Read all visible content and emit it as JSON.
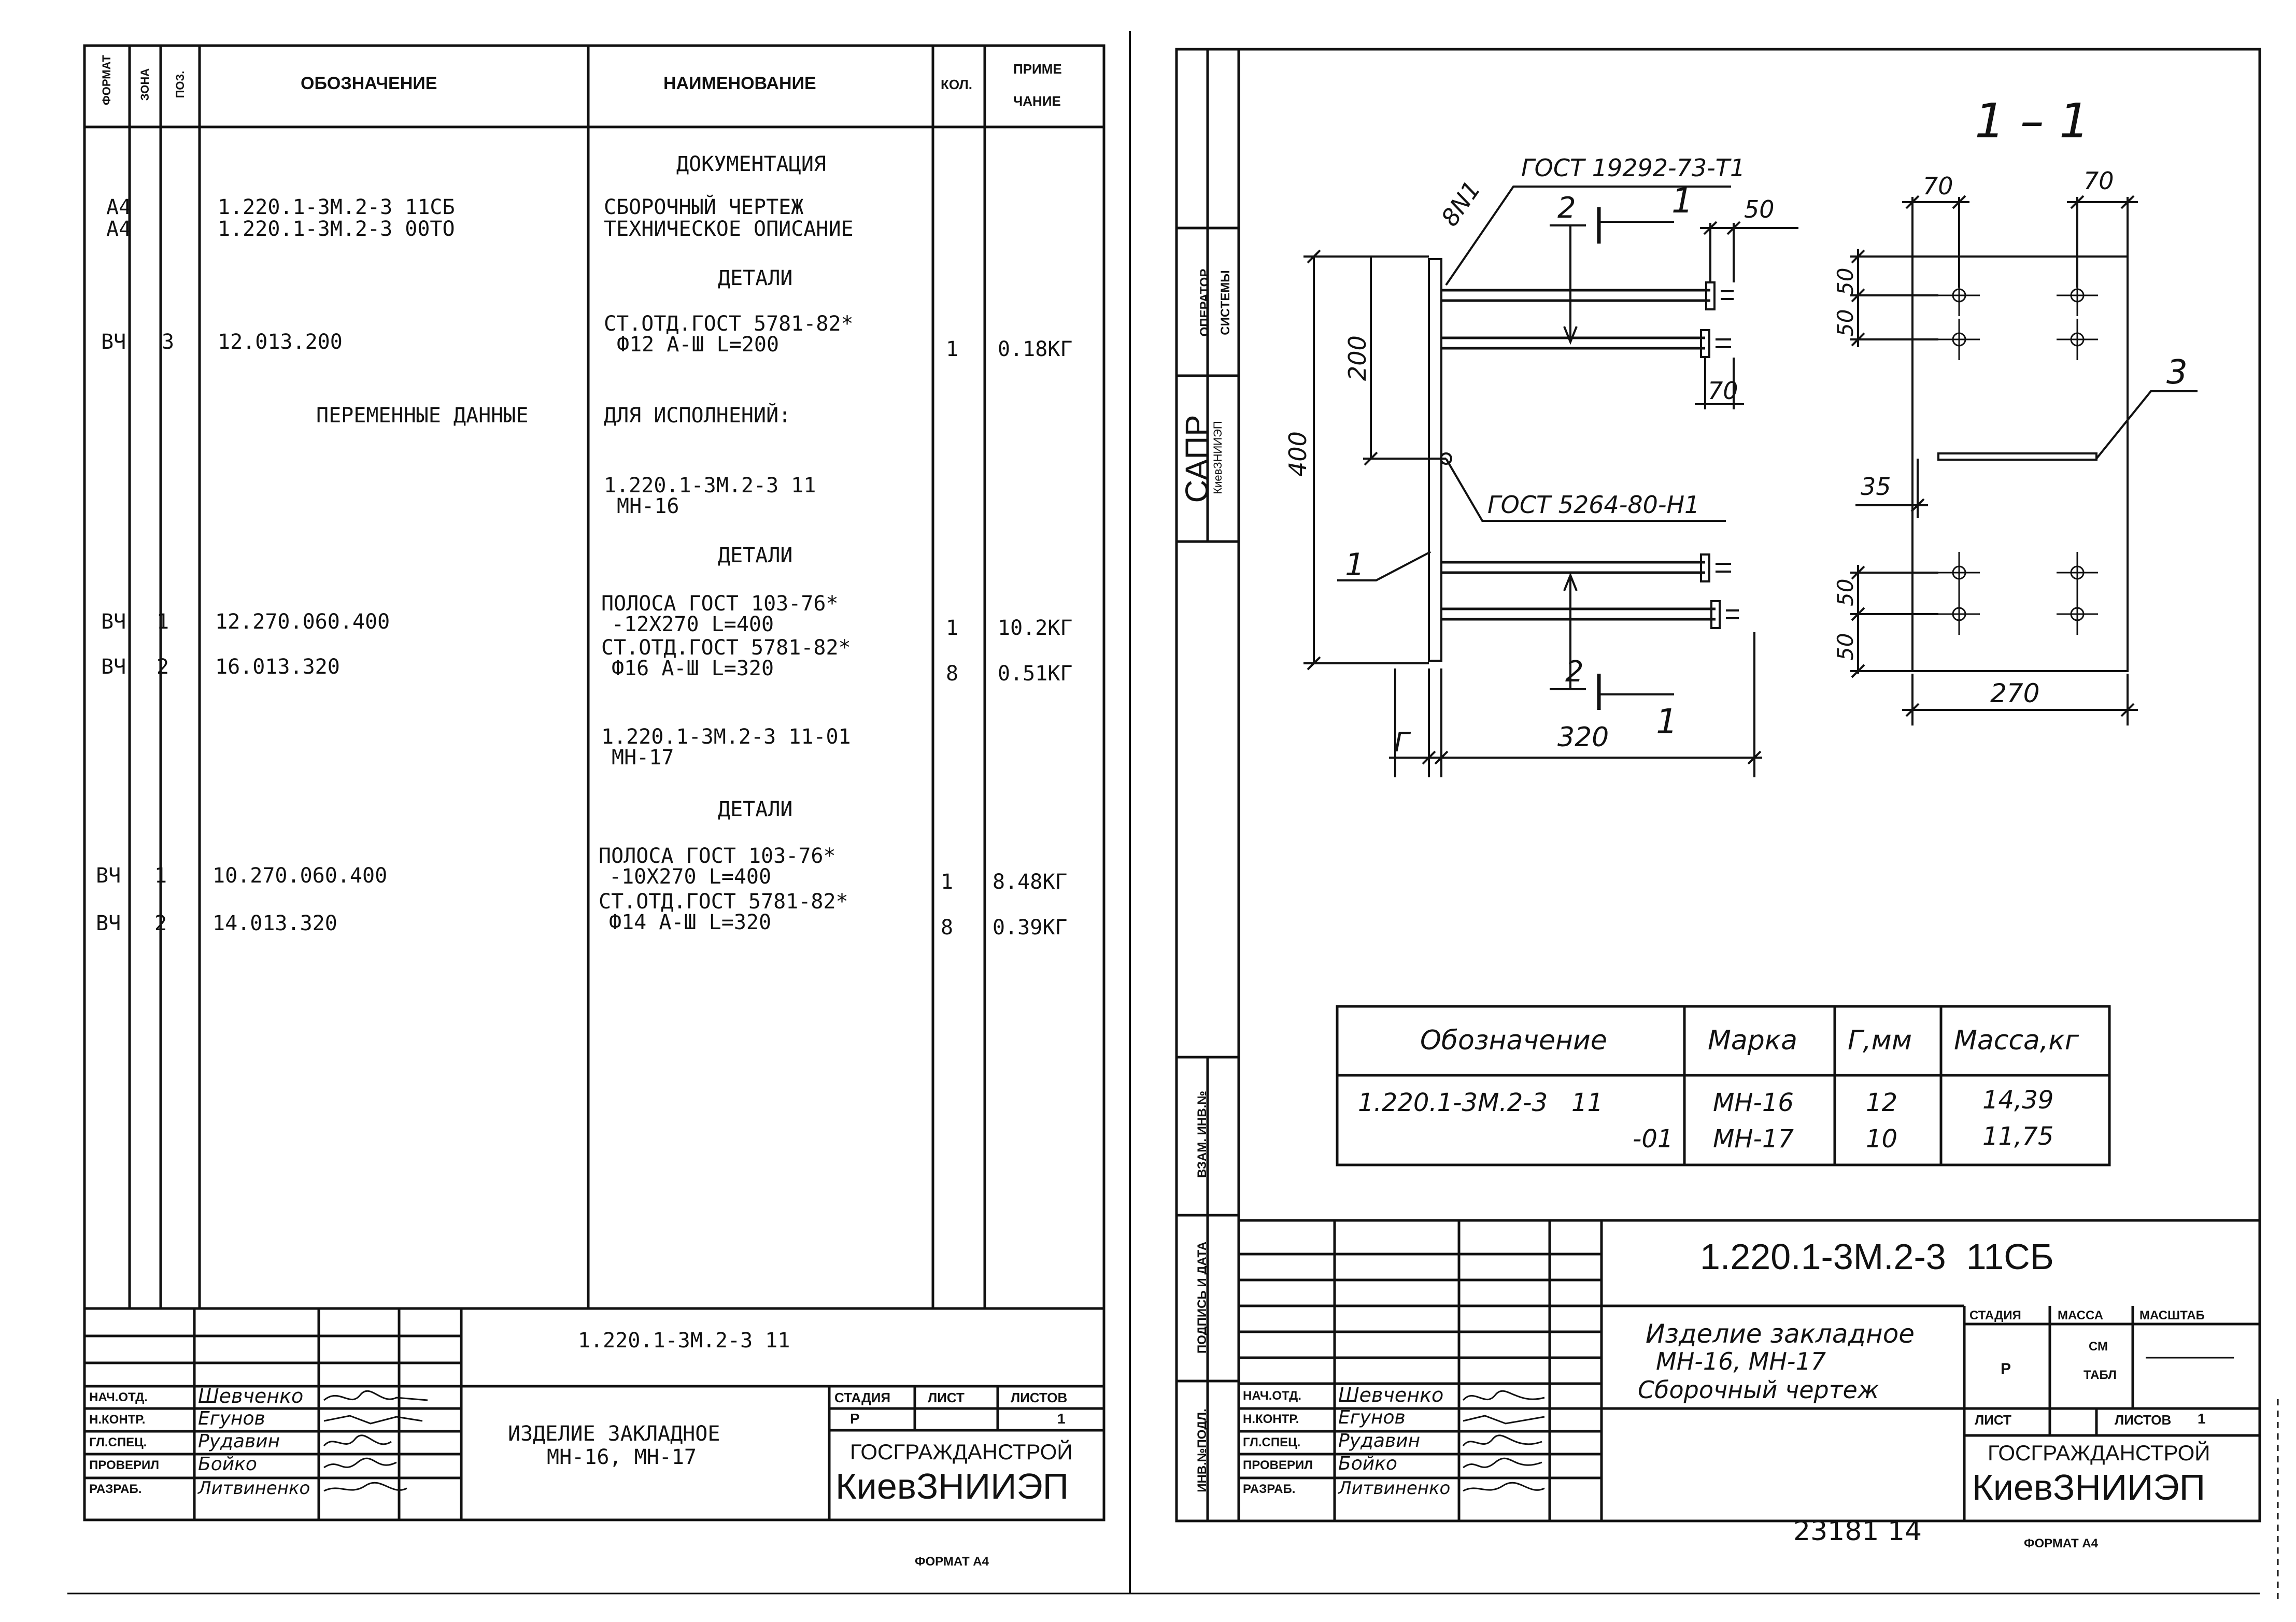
{
  "left_sheet": {
    "headers": {
      "format": "ФОРМАТ",
      "zone": "ЗОНА",
      "pos": "ПОЗ.",
      "designation": "ОБОЗНАЧЕНИЕ",
      "name": "НАИМЕНОВАНИЕ",
      "qty": "КОЛ.",
      "note_1": "ПРИМЕ",
      "note_2": "ЧАНИЕ"
    },
    "rows": [
      {
        "format": "",
        "pos": "",
        "designation": "",
        "name": "ДОКУМЕНТАЦИЯ",
        "qty": "",
        "note": ""
      },
      {
        "format": "А4",
        "pos": "",
        "designation": "1.220.1-3М.2-3 11СБ",
        "name": "СБОРОЧНЫЙ ЧЕРТЕЖ",
        "qty": "",
        "note": ""
      },
      {
        "format": "А4",
        "pos": "",
        "designation": "1.220.1-3М.2-3 00ТО",
        "name": "ТЕХНИЧЕСКОЕ ОПИСАНИЕ",
        "qty": "",
        "note": ""
      },
      {
        "format": "",
        "pos": "",
        "designation": "",
        "name": "ДЕТАЛИ",
        "qty": "",
        "note": ""
      },
      {
        "format": "ВЧ",
        "pos": "3",
        "designation": "12.013.200",
        "name": "СТ.ОТД.ГОСТ 5781-82*",
        "qty": "1",
        "note": "0.18КГ"
      },
      {
        "format": "",
        "pos": "",
        "designation": "",
        "name": "Ф12 А-Ш L=200",
        "qty": "",
        "note": ""
      },
      {
        "format": "",
        "pos": "",
        "designation": "ПЕРЕМЕННЫЕ ДАННЫЕ",
        "name": "ДЛЯ ИСПОЛНЕНИЙ:",
        "qty": "",
        "note": ""
      },
      {
        "format": "",
        "pos": "",
        "designation": "",
        "name": "1.220.1-3М.2-3 11",
        "qty": "",
        "note": ""
      },
      {
        "format": "",
        "pos": "",
        "designation": "",
        "name": "МН-16",
        "qty": "",
        "note": ""
      },
      {
        "format": "",
        "pos": "",
        "designation": "",
        "name": "ДЕТАЛИ",
        "qty": "",
        "note": ""
      },
      {
        "format": "ВЧ",
        "pos": "1",
        "designation": "12.270.060.400",
        "name": "ПОЛОСА ГОСТ 103-76*",
        "qty": "1",
        "note": "10.2КГ"
      },
      {
        "format": "",
        "pos": "",
        "designation": "",
        "name": "-12Х270 L=400",
        "qty": "",
        "note": ""
      },
      {
        "format": "ВЧ",
        "pos": "2",
        "designation": "16.013.320",
        "name": "СТ.ОТД.ГОСТ 5781-82*",
        "qty": "8",
        "note": "0.51КГ"
      },
      {
        "format": "",
        "pos": "",
        "designation": "",
        "name": "Ф16 А-Ш L=320",
        "qty": "",
        "note": ""
      },
      {
        "format": "",
        "pos": "",
        "designation": "",
        "name": "1.220.1-3М.2-3 11-01",
        "qty": "",
        "note": ""
      },
      {
        "format": "",
        "pos": "",
        "designation": "",
        "name": "МН-17",
        "qty": "",
        "note": ""
      },
      {
        "format": "",
        "pos": "",
        "designation": "",
        "name": "ДЕТАЛИ",
        "qty": "",
        "note": ""
      },
      {
        "format": "ВЧ",
        "pos": "1",
        "designation": "10.270.060.400",
        "name": "ПОЛОСА ГОСТ 103-76*",
        "qty": "1",
        "note": "8.48КГ"
      },
      {
        "format": "",
        "pos": "",
        "designation": "",
        "name": "-10Х270 L=400",
        "qty": "",
        "note": ""
      },
      {
        "format": "ВЧ",
        "pos": "2",
        "designation": "14.013.320",
        "name": "СТ.ОТД.ГОСТ 5781-82*",
        "qty": "8",
        "note": "0.39КГ"
      },
      {
        "format": "",
        "pos": "",
        "designation": "",
        "name": "Ф14 А-Ш L=320",
        "qty": "",
        "note": ""
      }
    ],
    "title_block": {
      "code": "1.220.1-3М.2-3 11",
      "title_1": "ИЗДЕЛИЕ ЗАКЛАДНОЕ",
      "title_2": "МН-16, МН-17",
      "stage_label": "СТАДИЯ",
      "sheet_label": "ЛИСТ",
      "sheets_label": "ЛИСТОВ",
      "stage": "Р",
      "sheets": "1",
      "org_1": "ГОСГРАЖДАНСТРОЙ",
      "org_2": "КиевЗНИИЭП",
      "roles": [
        "НАЧ.ОТД.",
        "Н.КОНТР.",
        "ГЛ.СПЕЦ.",
        "ПРОВЕРИЛ",
        "РАЗРАБ."
      ],
      "names": [
        "Шевченко",
        "Егунов",
        "Рудавин",
        "Бойко",
        "Литвиненко"
      ]
    },
    "format_note": "ФОРМАТ А4"
  },
  "right_sheet": {
    "side_stamp": {
      "operator": "ОПЕРАТОР",
      "systems": "СИСТЕМЫ",
      "sapr": "САПР",
      "org": "КиевЗНИИЭП",
      "inv_replace": "ВЗАМ. ИНВ.№",
      "sign_date": "ПОДПИСЬ И ДАТА",
      "inv_orig": "ИНВ.№ПОДЛ."
    },
    "drawing": {
      "section": "1 – 1",
      "gost_top": "ГОСТ 19292-73-Т1",
      "gost_mid": "ГОСТ 5264-80-Н1",
      "weld": "8N1",
      "dims": {
        "d400": "400",
        "d200": "200",
        "d50": "50",
        "d70": "70",
        "d320": "320",
        "g": "Г",
        "s70a": "70",
        "s70b": "70",
        "s50a": "50",
        "s50b": "50",
        "s50c": "50",
        "s50d": "50",
        "s35": "35",
        "s270": "270"
      },
      "marks": {
        "m1": "1",
        "m2": "2",
        "m3": "3"
      }
    },
    "variant_table": {
      "headers": [
        "Обозначение",
        "Марка",
        "Г,мм",
        "Масса,кг"
      ],
      "rows": [
        {
          "designation": "1.220.1-3М.2-3   11",
          "mark": "МН-16",
          "g": "12",
          "mass": "14,39"
        },
        {
          "designation": "-01",
          "mark": "МН-17",
          "g": "10",
          "mass": "11,75"
        }
      ]
    },
    "title_block": {
      "code": "1.220.1-3М.2-3  11СБ",
      "title_1": "Изделие закладное",
      "title_2": "МН-16, МН-17",
      "title_3": "Сборочный чертеж",
      "stage_label": "СТАДИЯ",
      "mass_label": "МАССА",
      "scale_label": "МАСШТАБ",
      "stage": "Р",
      "mass_1": "СМ",
      "mass_2": "ТАБЛ",
      "sheet_label": "ЛИСТ",
      "sheets_label": "ЛИСТОВ",
      "sheets": "1",
      "org_1": "ГОСГРАЖДАНСТРОЙ",
      "org_2": "КиевЗНИИЭП",
      "roles": [
        "НАЧ.ОТД.",
        "Н.КОНТР.",
        "ГЛ.СПЕЦ.",
        "ПРОВЕРИЛ",
        "РАЗРАБ."
      ],
      "names": [
        "Шевченко",
        "Егунов",
        "Рудавин",
        "Бойко",
        "Литвиненко"
      ]
    },
    "archive_no": "23181 14",
    "format_note": "ФОРМАТ А4"
  }
}
